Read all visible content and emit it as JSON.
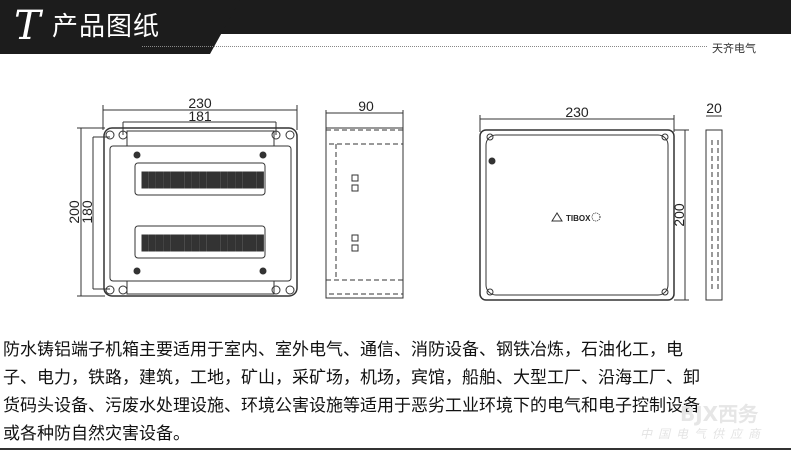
{
  "header": {
    "logo_letter": "T",
    "title": "产品图纸",
    "brand": "天齐电气"
  },
  "drawing": {
    "front": {
      "width_label": "230",
      "inner_width_label": "181",
      "height_label": "200",
      "inner_height_label": "180",
      "terminals_per_strip": 17
    },
    "side": {
      "depth_label": "90"
    },
    "lid": {
      "width_label": "230",
      "height_label": "200",
      "logo_text": "TIBOX"
    },
    "lid_side": {
      "depth_label": "20"
    }
  },
  "description": {
    "lines": [
      "防水铸铝端子机箱主要适用于室内、室外电气、通信、消防设备、钢铁冶炼，石油化工，电",
      "子、电力，铁路，建筑，工地，矿山，采矿场，机场，宾馆，船舶、大型工厂、沿海工厂、卸",
      "货码头设备、污废水处理设施、环境公害设施等适用于恶劣工业环境下的电气和电子控制设备",
      "或各种防自然灾害设备。"
    ]
  },
  "watermark": {
    "logo": "BJX西务",
    "tagline": "中国电气供应商"
  }
}
